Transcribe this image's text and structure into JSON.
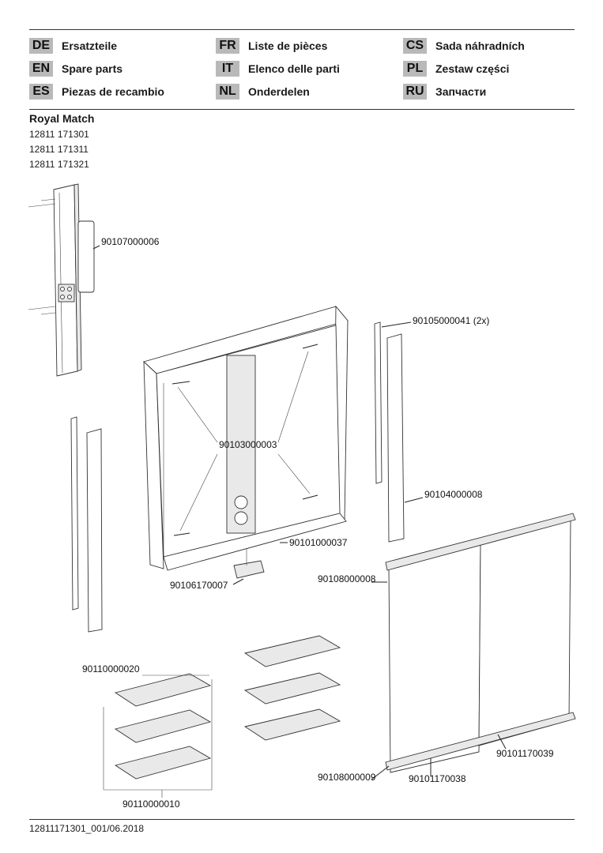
{
  "languages": [
    {
      "code": "DE",
      "label": "Ersatzteile"
    },
    {
      "code": "EN",
      "label": "Spare parts"
    },
    {
      "code": "ES",
      "label": "Piezas de recambio"
    },
    {
      "code": "FR",
      "label": "Liste de pièces"
    },
    {
      "code": "IT",
      "label": "Elenco delle parti"
    },
    {
      "code": "NL",
      "label": "Onderdelen"
    },
    {
      "code": "CS",
      "label": "Sada náhradních"
    },
    {
      "code": "PL",
      "label": "Zestaw części"
    },
    {
      "code": "RU",
      "label": "Запчасти"
    }
  ],
  "product": {
    "name": "Royal Match",
    "codes": [
      "12811 171301",
      "12811 171311",
      "12811 171321"
    ]
  },
  "parts": {
    "side_panel": "90107000006",
    "hinge_strip": "90105000041 (2x)",
    "glass_clips": "90103000003",
    "side_cover": "90104000008",
    "cap": "90101000037",
    "top_fitting": "90108000008",
    "switch": "90106170007",
    "shelf_clips": "90110000020",
    "door_right": "90101170039",
    "bottom_fitting": "90108000009",
    "door_left": "90101170038",
    "shelves": "90110000010"
  },
  "footer": "12811171301_001/06.2018"
}
